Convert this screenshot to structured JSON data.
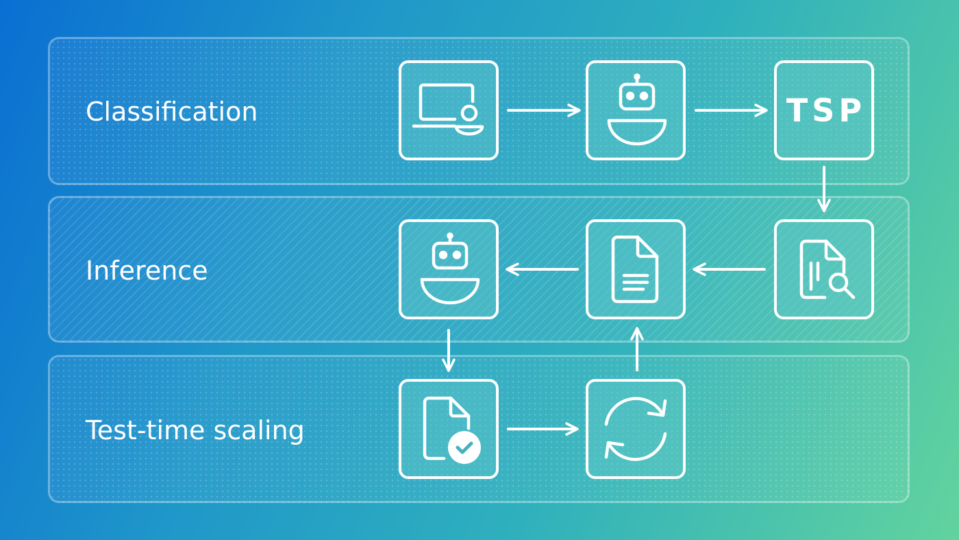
{
  "bands": [
    {
      "label": "Classification"
    },
    {
      "label": "Inference"
    },
    {
      "label": "Test-time scaling"
    }
  ],
  "nodes": {
    "laptop": {
      "icon": "laptop-user-icon"
    },
    "robot_1": {
      "icon": "robot-icon"
    },
    "tsp": {
      "text": "TSP"
    },
    "search": {
      "icon": "document-search-icon"
    },
    "document": {
      "icon": "document-icon"
    },
    "robot_2": {
      "icon": "robot-icon"
    },
    "check": {
      "icon": "document-check-icon"
    },
    "refresh": {
      "icon": "refresh-icon"
    }
  },
  "flow": [
    [
      "laptop",
      "robot_1"
    ],
    [
      "robot_1",
      "tsp"
    ],
    [
      "tsp",
      "search"
    ],
    [
      "search",
      "document"
    ],
    [
      "document",
      "robot_2"
    ],
    [
      "robot_2",
      "check"
    ],
    [
      "check",
      "refresh"
    ],
    [
      "refresh",
      "document"
    ]
  ],
  "colors": {
    "gradient_start": "#0a6fd2",
    "gradient_end": "#62d39e",
    "stroke": "#ffffff",
    "node_fill": "#5fc8c8"
  }
}
